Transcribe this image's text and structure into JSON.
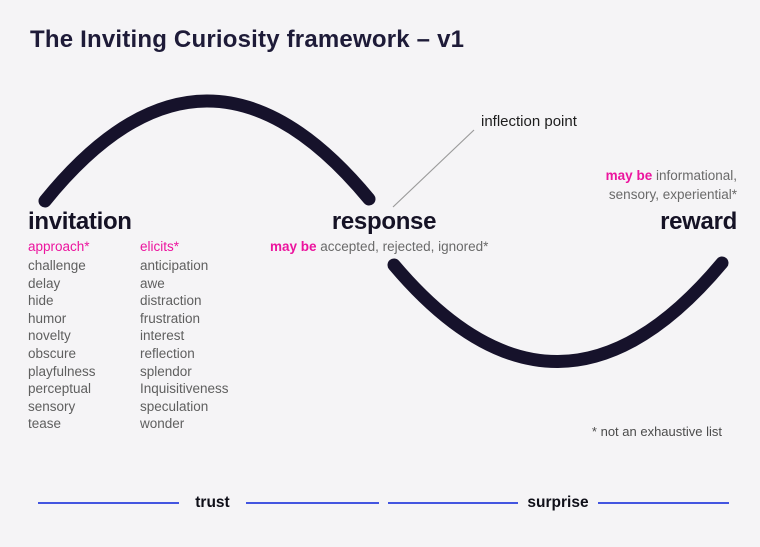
{
  "title": "The Inviting Curiosity framework – v1",
  "stages": {
    "invitation": {
      "label": "invitation",
      "columns": [
        {
          "header": "approach*",
          "items": [
            "challenge",
            "delay",
            "hide",
            "humor",
            "novelty",
            "obscure",
            "playfulness",
            "perceptual",
            "sensory",
            "tease"
          ]
        },
        {
          "header": "elicits*",
          "items": [
            "anticipation",
            "awe",
            "distraction",
            "frustration",
            "interest",
            "reflection",
            "splendor",
            "Inquisitiveness",
            "speculation",
            "wonder"
          ]
        }
      ]
    },
    "response": {
      "label": "response",
      "note_prefix": "may be",
      "note_rest": " accepted, rejected, ignored*"
    },
    "reward": {
      "label": "reward",
      "note_prefix": "may be",
      "note_line1_rest": " informational,",
      "note_line2": "sensory, experiential*"
    }
  },
  "annotations": {
    "inflection_label": "inflection point",
    "footnote": "* not an exhaustive list"
  },
  "axis": {
    "left_label": "trust",
    "right_label": "surprise"
  },
  "colors": {
    "background": "#f5f4f6",
    "curve": "#16122b",
    "accent_pink": "#ec149e",
    "axis_blue": "#4355e0",
    "text_gray": "#5f5f5f",
    "title_dark": "#1e1b38"
  }
}
